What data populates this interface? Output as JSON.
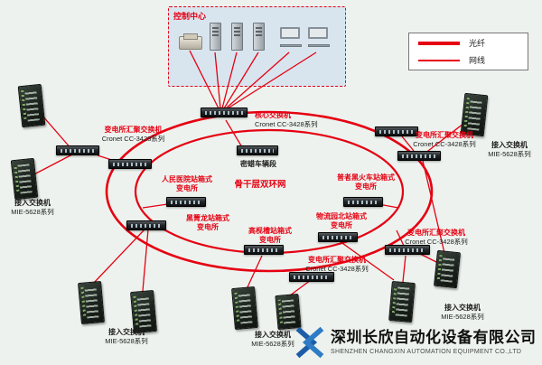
{
  "colors": {
    "background": "#edf2ee",
    "line": "#e60012",
    "label_red": "#e60012",
    "label_dark": "#1c1c1c",
    "control_bg": "#d8e5ef",
    "legend_border": "#777777",
    "logo_blue": "#1d5ca8",
    "logo_blue_light": "#2e7cc3"
  },
  "control_center": {
    "label": "控制中心"
  },
  "legend": {
    "fiber": "光纤",
    "cable": "网线"
  },
  "core": {
    "title": "核心交换机",
    "subtitle": "Cronet CC-3428系列"
  },
  "ring": {
    "label": "骨干层双环网"
  },
  "depot": {
    "label": "密蜡车辆段"
  },
  "agg": [
    {
      "title": "变电所汇聚交换机",
      "subtitle": "Cronet CC-3428系列"
    },
    {
      "title": "变电所汇聚交换机",
      "subtitle": "Cronet CC-3428系列"
    },
    {
      "title": "变电所汇聚交换机",
      "subtitle": "Cronet CC-3428系列"
    },
    {
      "title": "变电所汇聚交换机",
      "subtitle": "Cronet CC-3428系列"
    }
  ],
  "substations": [
    {
      "line1": "人民医院站箱式",
      "line2": "变电所"
    },
    {
      "line1": "普者黑火车站箱式",
      "line2": "变电所"
    },
    {
      "line1": "黑箐龙站箱式",
      "line2": "变电所"
    },
    {
      "line1": "高枧槽站箱式",
      "line2": "变电所"
    },
    {
      "line1": "物流园北站箱式",
      "line2": "变电所"
    }
  ],
  "access": [
    {
      "line1": "接入交换机",
      "line2": "MIE-5628系列"
    },
    {
      "line1": "接入交换机",
      "line2": "MIE-5628系列"
    },
    {
      "line1": "接入交换机",
      "line2": "MIE-5628系列"
    },
    {
      "line1": "接入交换机",
      "line2": "MIE-5628系列"
    },
    {
      "line1": "接入交换机",
      "line2": "MIE-5628系列"
    }
  ],
  "logo": {
    "company_cn": "深圳长欣自动化设备有限公司",
    "company_en": "SHENZHEN CHANGXIN AUTOMATION EQUIPMENT CO.,LTD"
  }
}
